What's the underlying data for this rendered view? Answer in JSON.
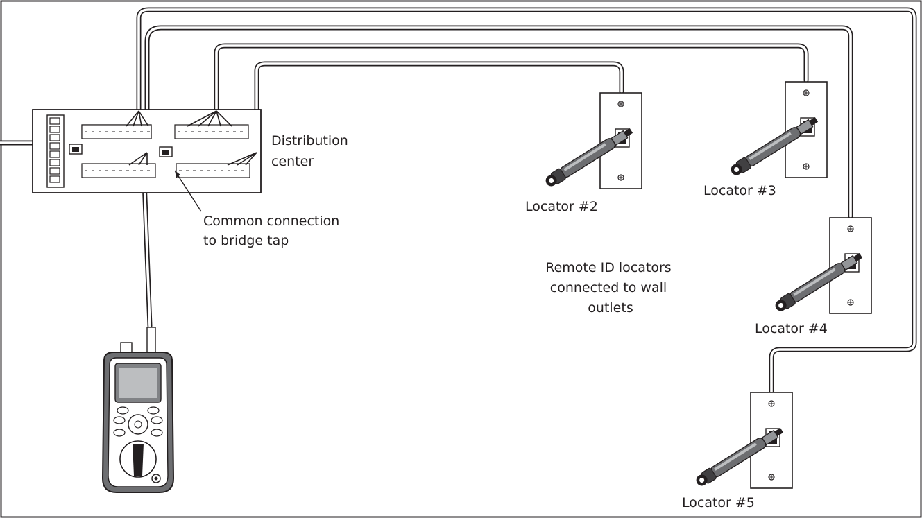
{
  "diagram": {
    "labels": {
      "distribution_center": [
        "Distribution",
        "center"
      ],
      "common_connection": [
        "Common connection",
        "to bridge tap"
      ],
      "remote_locators": [
        "Remote ID locators",
        "connected to wall",
        "outlets"
      ],
      "locator_2": "Locator #2",
      "locator_3": "Locator #3",
      "locator_4": "Locator #4",
      "locator_5": "Locator #5"
    },
    "icons": [
      "patch-panel-icon",
      "cable-tester-icon",
      "wall-outlet-icon",
      "remote-locator-icon"
    ]
  }
}
